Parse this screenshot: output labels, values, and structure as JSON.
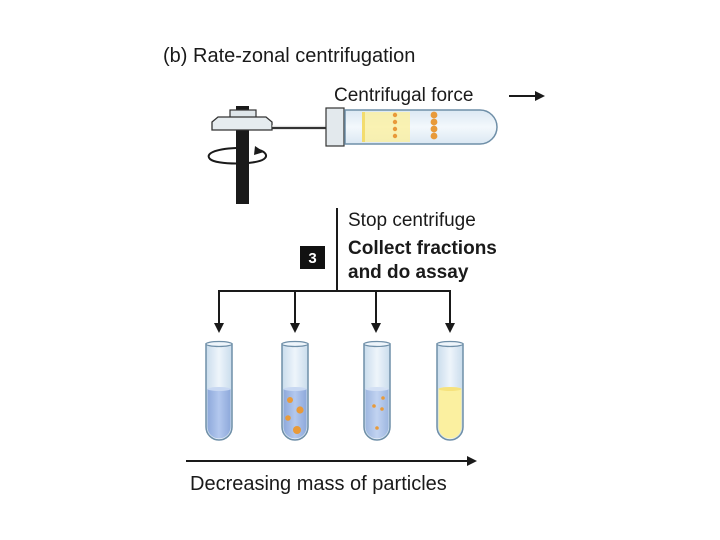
{
  "figure": {
    "title": "(b) Rate-zonal centrifugation",
    "force_label": "Centrifugal force",
    "step_number": "3",
    "stop_label": "Stop centrifuge",
    "collect_line1": "Collect fractions",
    "collect_line2": "and do assay",
    "bottom_label": "Decreasing mass of particles"
  },
  "colors": {
    "glass": "#e2eef7",
    "glass_outline": "#6f8fa8",
    "fraction_blue": "#a3bce6",
    "fraction_yellow": "#fbf0a0",
    "particle": "#e89a3a",
    "rotor": "#1a1a1a",
    "step_box": "#111111"
  },
  "fractions": [
    {
      "name": "fraction-1",
      "fill": "blue",
      "particles": "none"
    },
    {
      "name": "fraction-2",
      "fill": "blue",
      "particles": "large"
    },
    {
      "name": "fraction-3",
      "fill": "blue",
      "particles": "small"
    },
    {
      "name": "fraction-4",
      "fill": "yellow",
      "particles": "none"
    }
  ]
}
